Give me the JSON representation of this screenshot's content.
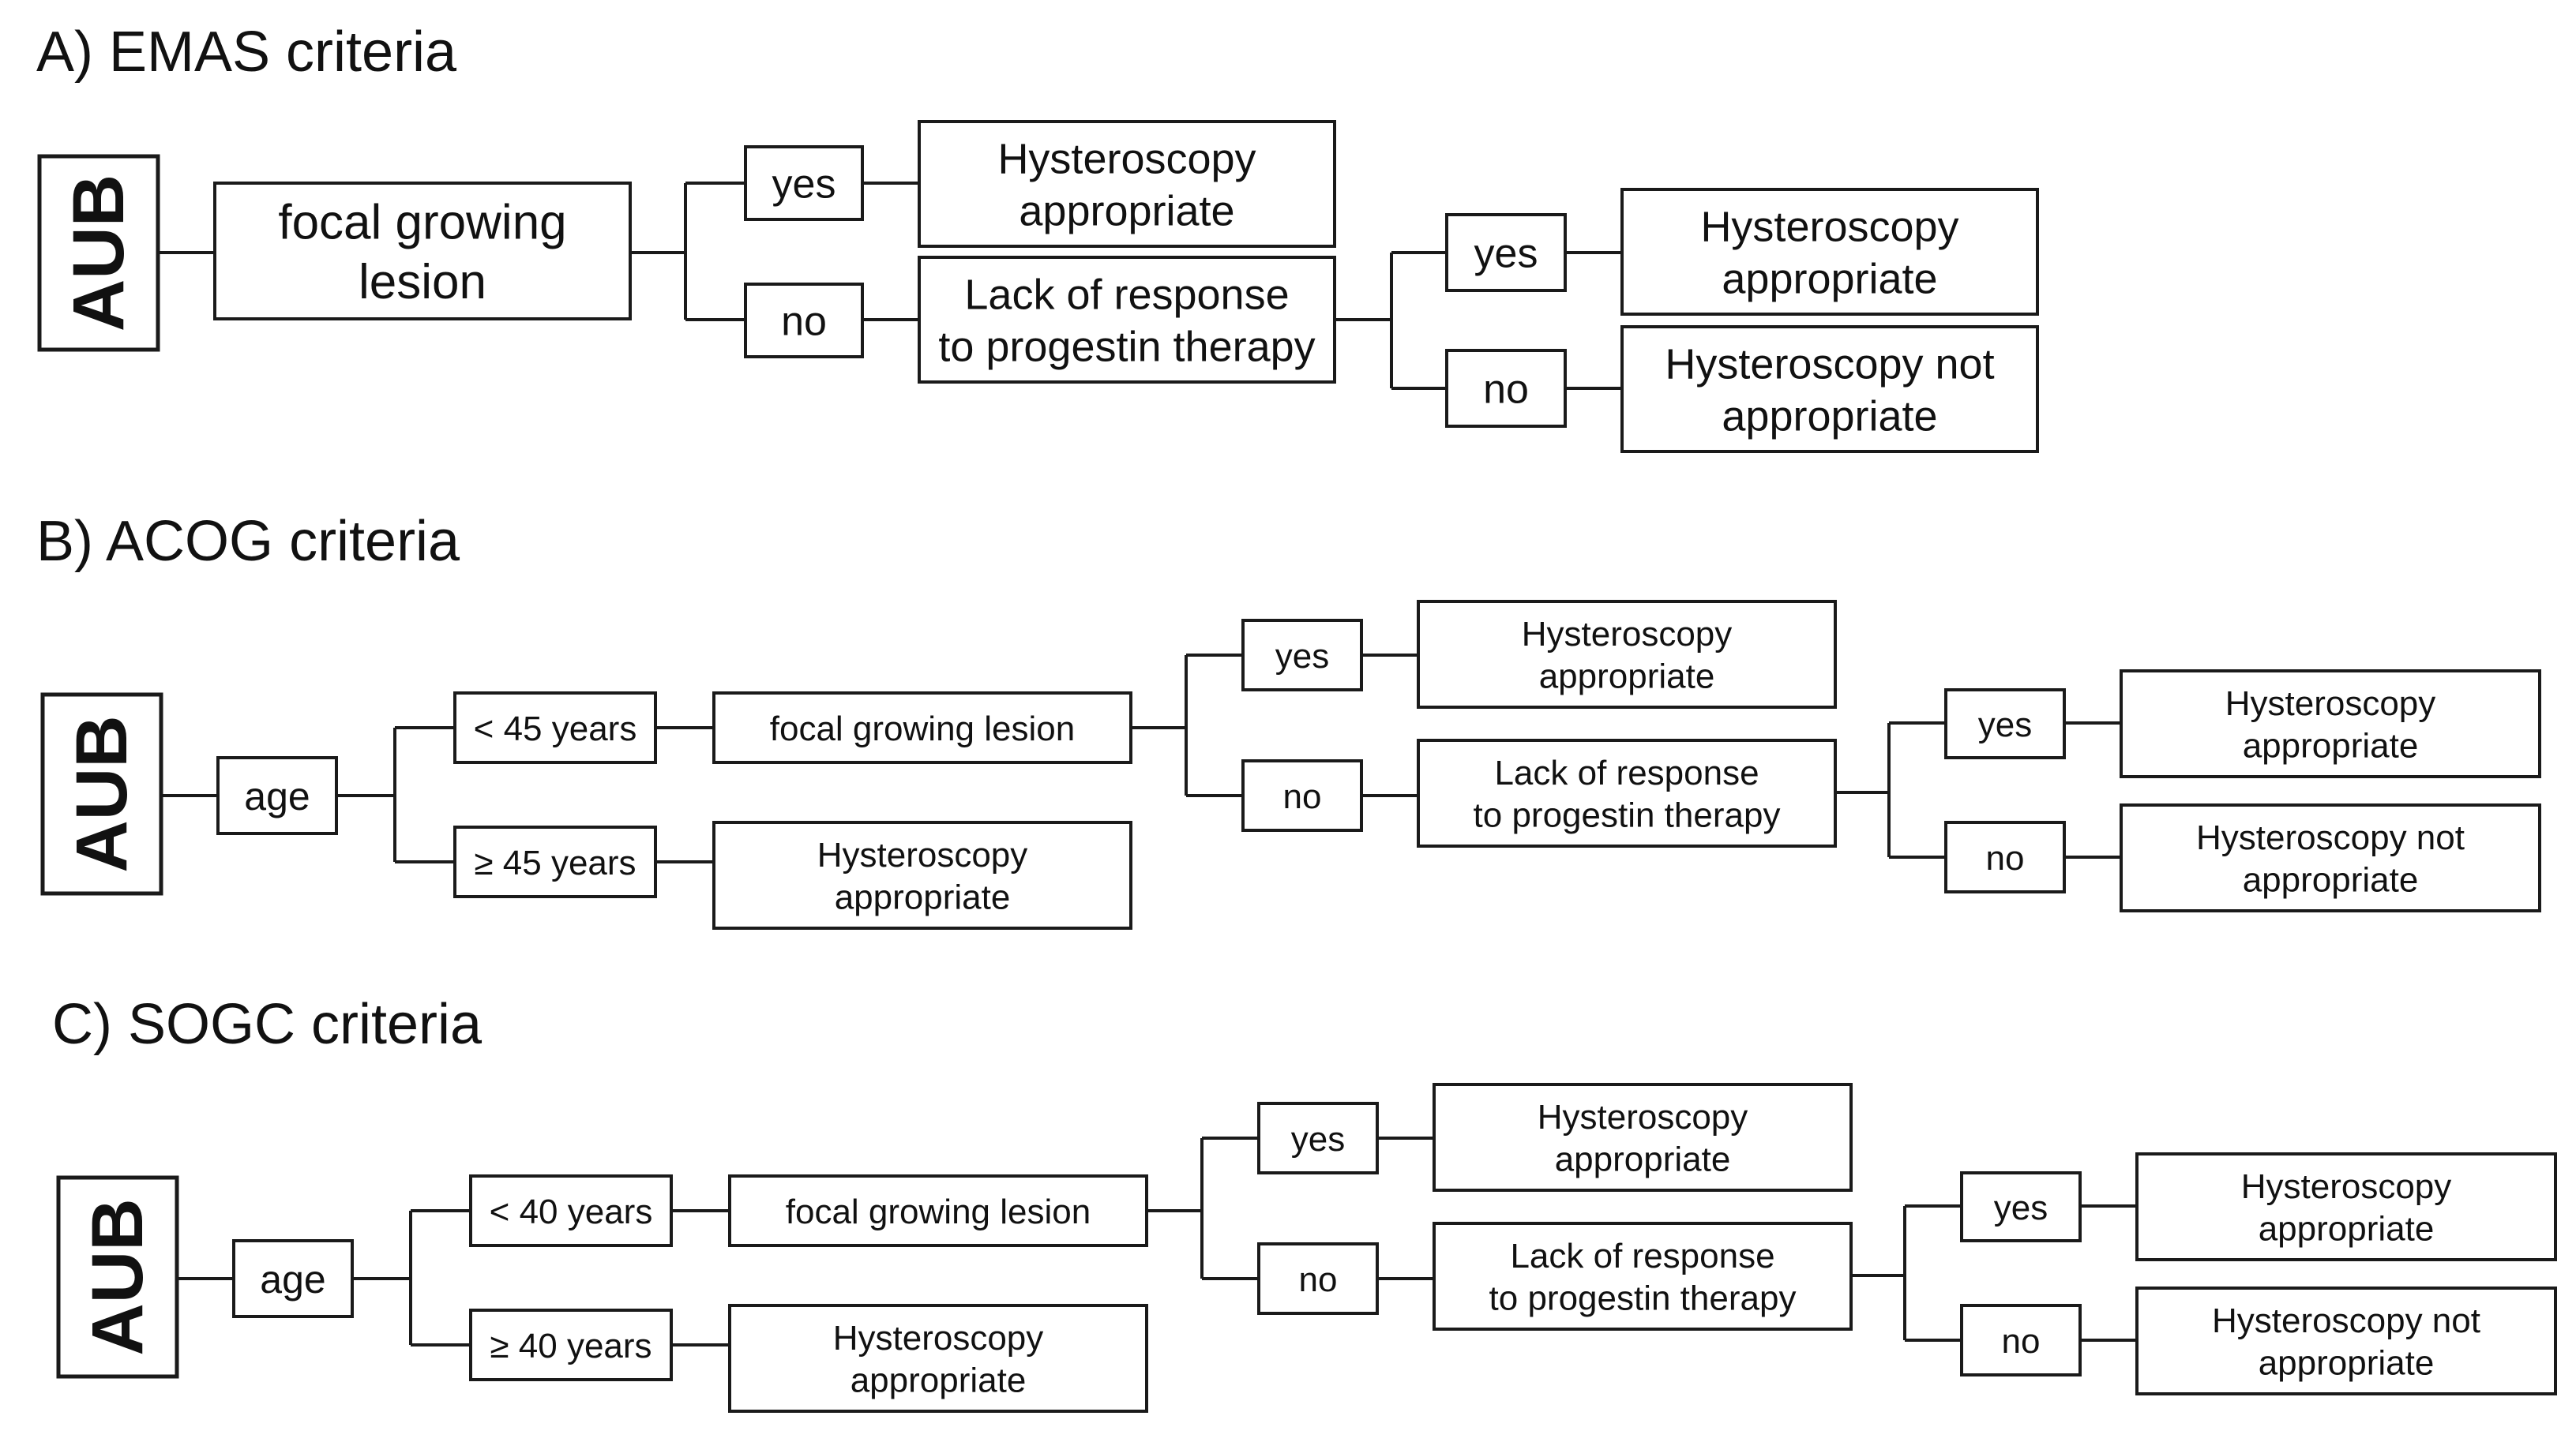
{
  "sections": [
    {
      "title": "A) EMAS criteria",
      "root": "AUB",
      "first": "focal growing lesion",
      "yes": "yes",
      "no": "no",
      "yes_outcome": "Hysteroscopy appropriate",
      "no_outcome": "Lack of response to progestin therapy",
      "yes2": "yes",
      "no2": "no",
      "yes2_outcome": "Hysteroscopy appropriate",
      "no2_outcome": "Hysteroscopy not appropriate"
    },
    {
      "title": "B) ACOG criteria",
      "root": "AUB",
      "age": "age",
      "age_low": "< 45 years",
      "age_high": "≥ 45 years",
      "age_low_next": "focal growing lesion",
      "age_high_next": "Hysteroscopy appropriate",
      "yes": "yes",
      "no": "no",
      "yes_outcome": "Hysteroscopy appropriate",
      "no_outcome": "Lack of response to progestin therapy",
      "yes2": "yes",
      "no2": "no",
      "yes2_outcome": "Hysteroscopy appropriate",
      "no2_outcome": "Hysteroscopy not appropriate"
    },
    {
      "title": "C) SOGC criteria",
      "root": "AUB",
      "age": "age",
      "age_low": "< 40 years",
      "age_high": "≥ 40 years",
      "age_low_next": "focal growing lesion",
      "age_high_next": "Hysteroscopy appropriate",
      "yes": "yes",
      "no": "no",
      "yes_outcome": "Hysteroscopy appropriate",
      "no_outcome": "Lack of response to progestin therapy",
      "yes2": "yes",
      "no2": "no",
      "yes2_outcome": "Hysteroscopy appropriate",
      "no2_outcome": "Hysteroscopy not appropriate"
    }
  ]
}
